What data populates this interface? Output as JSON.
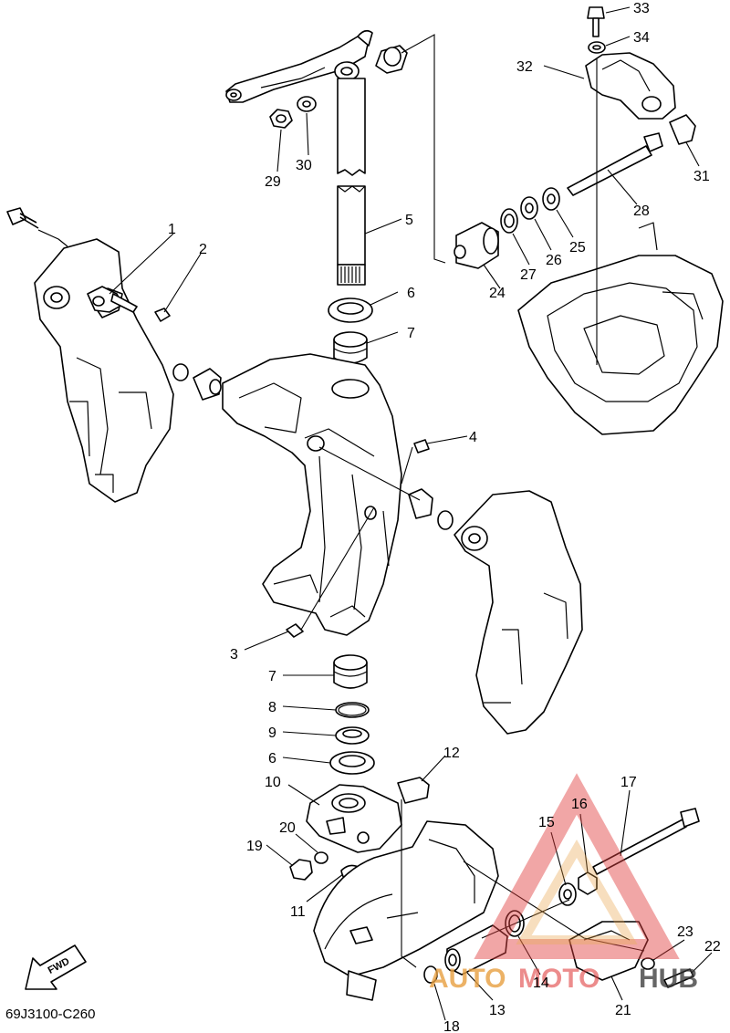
{
  "diagram_code": "69J3100-C260",
  "fwd_label": "FWD",
  "watermark": {
    "text_left": "AUTO",
    "text_mid": "MOTO",
    "text_right": "HUB",
    "color_orange": "#e8a040",
    "color_red": "#e04040",
    "color_dark": "#333333"
  },
  "callouts": [
    {
      "id": "c1",
      "text": "1"
    },
    {
      "id": "c2",
      "text": "2"
    },
    {
      "id": "c3",
      "text": "3"
    },
    {
      "id": "c4",
      "text": "4"
    },
    {
      "id": "c5",
      "text": "5"
    },
    {
      "id": "c6a",
      "text": "6"
    },
    {
      "id": "c6b",
      "text": "6"
    },
    {
      "id": "c7a",
      "text": "7"
    },
    {
      "id": "c7b",
      "text": "7"
    },
    {
      "id": "c8",
      "text": "8"
    },
    {
      "id": "c9",
      "text": "9"
    },
    {
      "id": "c10",
      "text": "10"
    },
    {
      "id": "c11",
      "text": "11"
    },
    {
      "id": "c12",
      "text": "12"
    },
    {
      "id": "c13",
      "text": "13"
    },
    {
      "id": "c14",
      "text": "14"
    },
    {
      "id": "c15",
      "text": "15"
    },
    {
      "id": "c16",
      "text": "16"
    },
    {
      "id": "c17",
      "text": "17"
    },
    {
      "id": "c18",
      "text": "18"
    },
    {
      "id": "c19",
      "text": "19"
    },
    {
      "id": "c20",
      "text": "20"
    },
    {
      "id": "c21",
      "text": "21"
    },
    {
      "id": "c22",
      "text": "22"
    },
    {
      "id": "c23",
      "text": "23"
    },
    {
      "id": "c24",
      "text": "24"
    },
    {
      "id": "c25",
      "text": "25"
    },
    {
      "id": "c26",
      "text": "26"
    },
    {
      "id": "c27",
      "text": "27"
    },
    {
      "id": "c28",
      "text": "28"
    },
    {
      "id": "c29",
      "text": "29"
    },
    {
      "id": "c30",
      "text": "30"
    },
    {
      "id": "c31",
      "text": "31"
    },
    {
      "id": "c32",
      "text": "32"
    },
    {
      "id": "c33",
      "text": "33"
    },
    {
      "id": "c34",
      "text": "34"
    }
  ]
}
